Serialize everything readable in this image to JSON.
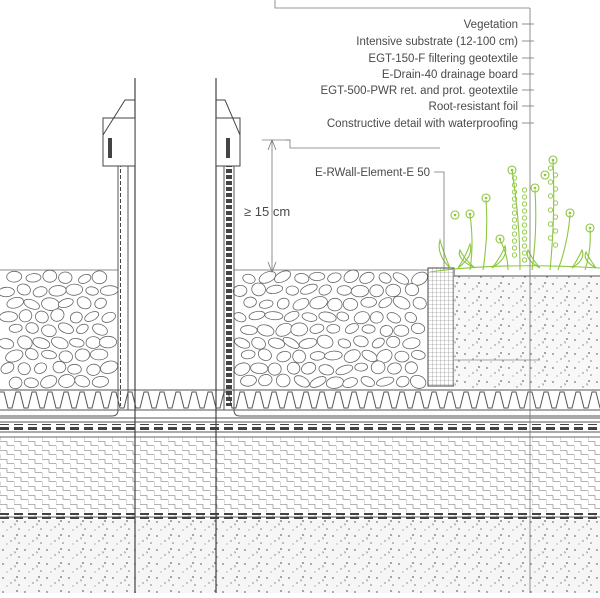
{
  "diagram": {
    "labels": [
      "Vegetation",
      "Intensive substrate (12-100 cm)",
      "EGT-150-F filtering geotextile",
      "E-Drain-40 drainage board",
      "EGT-500-PWR ret. and prot. geotextile",
      "Root-resistant foil",
      "Constructive detail with waterproofing"
    ],
    "element_label": "E-RWall-Element-E 50",
    "dimension_label": "≥ 15 cm"
  },
  "colors": {
    "line": "#555555",
    "plant": "#8cc63f",
    "concrete": "#f2f2f2",
    "gravel_fill": "#ffffff",
    "text": "#4a4a4a"
  }
}
